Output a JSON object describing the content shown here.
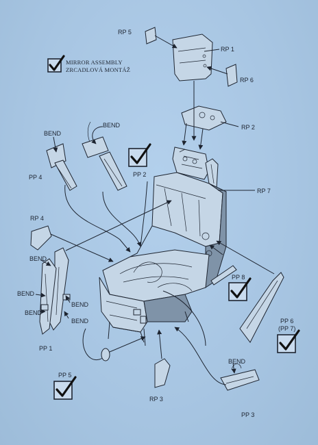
{
  "note": {
    "line1": "MIRROR ASSEMBLY",
    "line2": "ZRCADLOVÁ MONTÁŽ"
  },
  "labels": {
    "rp5_top": "RP 5",
    "rp1": "RP 1",
    "rp6": "RP 6",
    "rp2": "RP 2",
    "rp7": "RP 7",
    "rp4": "RP 4",
    "rp3": "RP 3",
    "pp1": "PP 1",
    "pp2": "PP 2",
    "pp3": "PP 3",
    "pp4": "PP 4",
    "pp5": "PP 5",
    "pp6": "PP 6",
    "pp7": "(PP 7)",
    "pp8": "PP 8",
    "bend_pp4": "BEND",
    "bend_pp2": "BEND",
    "bend_belt_a": "BEND",
    "bend_belt_b": "BEND",
    "bend_belt_c": "BEND",
    "bend_belt_d": "BEND",
    "bend_belt_e": "BEND",
    "bend_pp3": "BEND"
  },
  "checkmarks": [
    "mirror-assembly",
    "pp2",
    "pp8",
    "pp6",
    "pp5"
  ]
}
